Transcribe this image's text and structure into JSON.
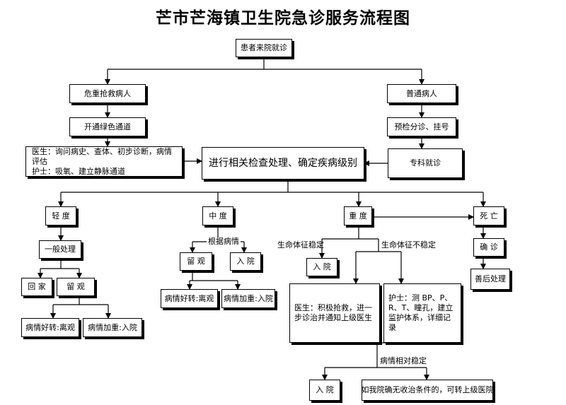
{
  "title": "芒市芒海镇卫生院急诊服务流程图",
  "nodes": {
    "patient_arrival": "患者来院就诊",
    "critical_patient": "危重抢救病人",
    "general_patient": "普通病人",
    "green_channel": "开通绿色通道",
    "triage_register": "预检分诊、挂号",
    "doctor_nurse_actions": [
      "医生：询问病史、查体、初步诊断，病情评估",
      "护士：吸氧、建立静脉通道"
    ],
    "exam_classify": "进行相关检查处理、确定疾病级别",
    "specialist": "专科就诊",
    "mild": "轻 度",
    "moderate": "中 度",
    "severe": "重 度",
    "death": "死 亡",
    "general_treatment": "一般处理",
    "go_home": "回 家",
    "observe_mild": "留 观",
    "mild_improve": "病情好转:离观",
    "mild_worse": "病情加重:入院",
    "observe_moderate": "留 观",
    "admit_moderate": "入 院",
    "moderate_improve": "病情好转:离观",
    "moderate_worse": "病情加重:入院",
    "admit_stable": "入 院",
    "doctor_rescue": "医生：积极抢救，进一步诊治并通知上级医生",
    "nurse_monitor": "护士：测 BP、P、R、T、瞳孔，建立监护体系，详细记录",
    "confirm": "确 诊",
    "aftercare": "善后处理",
    "admit_final": "入 院",
    "transfer": "如我院确无收治条件的，可转上级医院"
  },
  "labels": {
    "by_condition": "根据病情",
    "vitals_stable": "生命体征稳定",
    "vitals_unstable": "生命体征不稳定",
    "relatively_stable": "病情相对稳定"
  }
}
